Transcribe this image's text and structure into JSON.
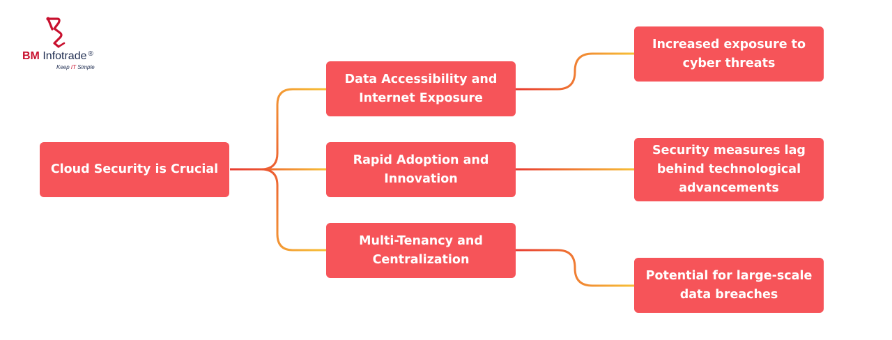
{
  "brand": {
    "name_part1": "BM",
    "name_part2": "Infotrade",
    "registered_mark": "®",
    "tagline_part1": "Keep",
    "tagline_part2": "IT",
    "tagline_part3": "Simple",
    "accent_color": "#c8102e",
    "text_color": "#1d2b4f"
  },
  "diagram": {
    "node_color": "#f65459",
    "connector_colors": [
      "#e8392f",
      "#f7b532"
    ],
    "root": {
      "label": "Cloud Security is Crucial"
    },
    "branches": [
      {
        "label_lines": [
          "Data Accessibility and",
          "Internet Exposure"
        ],
        "outcome_lines": [
          "Increased exposure to",
          "cyber threats"
        ]
      },
      {
        "label_lines": [
          "Rapid Adoption and",
          "Innovation"
        ],
        "outcome_lines": [
          "Security measures lag",
          "behind technological",
          "advancements"
        ]
      },
      {
        "label_lines": [
          "Multi-Tenancy and",
          "Centralization"
        ],
        "outcome_lines": [
          "Potential for large-scale",
          "data breaches"
        ]
      }
    ]
  }
}
